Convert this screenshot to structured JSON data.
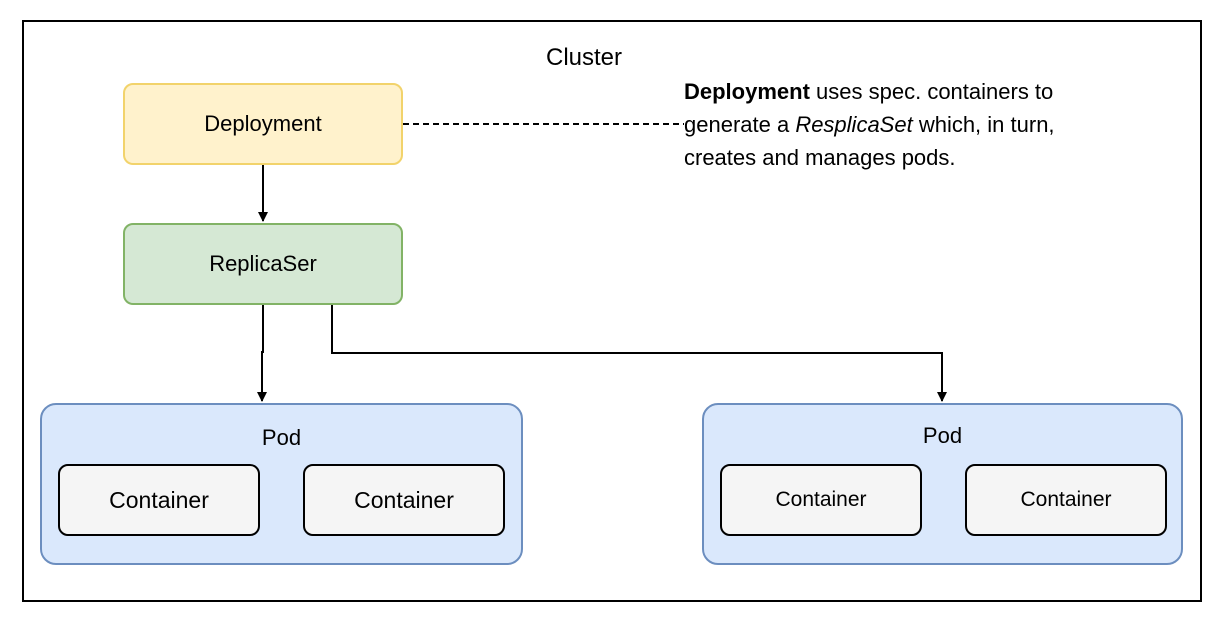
{
  "cluster": {
    "label": "Cluster"
  },
  "nodes": {
    "deployment": "Deployment",
    "replicaset": "ReplicaSer"
  },
  "note": {
    "bold": "Deployment",
    "part1": " uses spec. containers to generate a ",
    "italic": "ResplicaSet",
    "part2": " which, in turn, creates and manages pods."
  },
  "pods": [
    {
      "label": "Pod",
      "containers": [
        "Container",
        "Container"
      ]
    },
    {
      "label": "Pod",
      "containers": [
        "Container",
        "Container"
      ]
    }
  ],
  "colors": {
    "deployment_fill": "#fff2cc",
    "deployment_stroke": "#f2d36b",
    "replicaset_fill": "#d5e8d4",
    "replicaset_stroke": "#82b366",
    "pod_fill": "#dae8fc",
    "pod_stroke": "#6c8ebf",
    "container_fill": "#f5f5f5"
  }
}
